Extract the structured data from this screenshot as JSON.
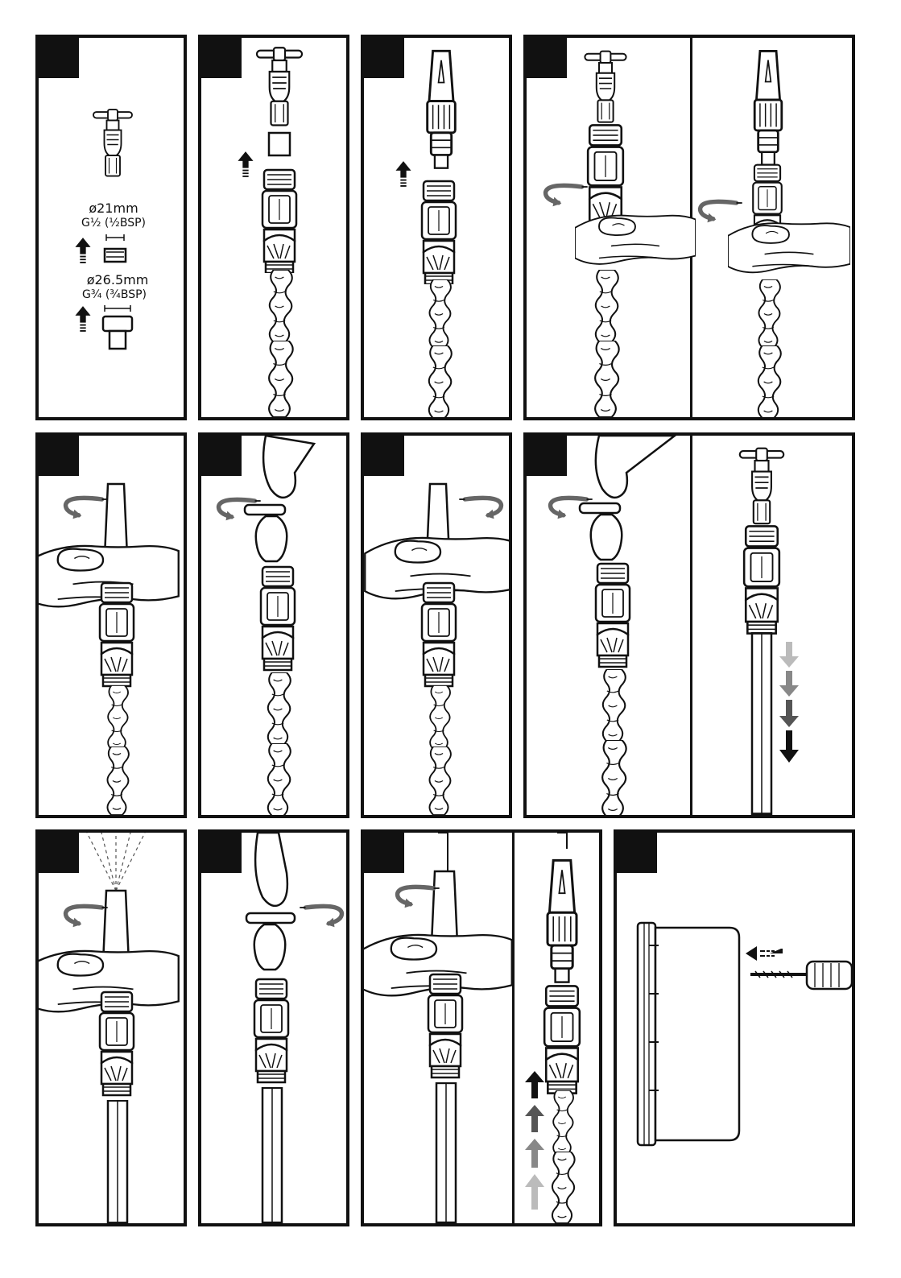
{
  "adapter_small": {
    "size": "ø21mm",
    "thread": "G½ (½BSP)"
  },
  "adapter_large": {
    "size": "ø26.5mm",
    "thread": "G¾ (¾BSP)"
  },
  "colors": {
    "ink": "#111111",
    "arrow_dark": "#222222",
    "arrow_mid": "#555555",
    "arrow_light": "#888888",
    "arrow_pale": "#bbbbbb"
  }
}
